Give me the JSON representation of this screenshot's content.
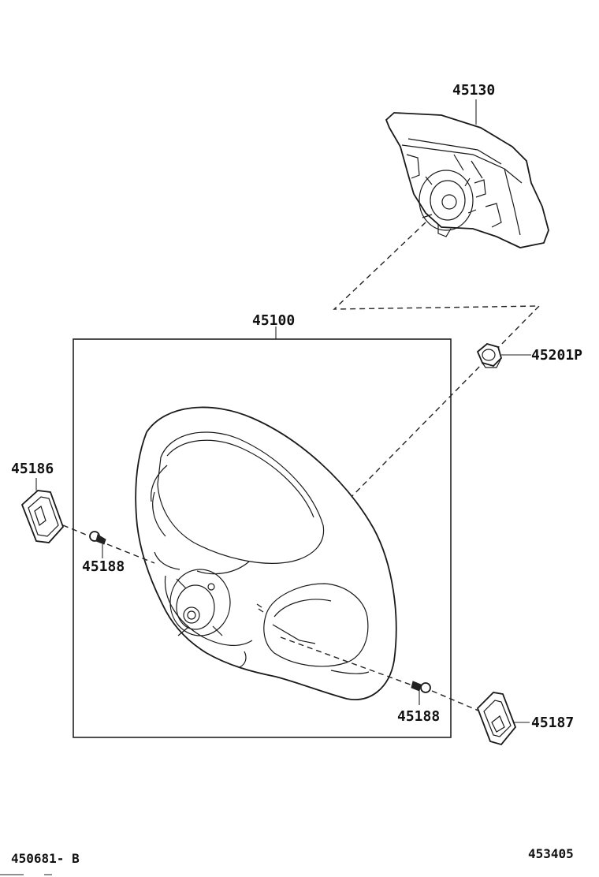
{
  "labels": {
    "part_45130": "45130",
    "part_45100": "45100",
    "part_45201p": "45201P",
    "part_45186": "45186",
    "part_45188_left": "45188",
    "part_45188_right": "45188",
    "part_45187": "45187"
  },
  "footer": {
    "left_code": "450681- B",
    "right_code": "453405"
  }
}
